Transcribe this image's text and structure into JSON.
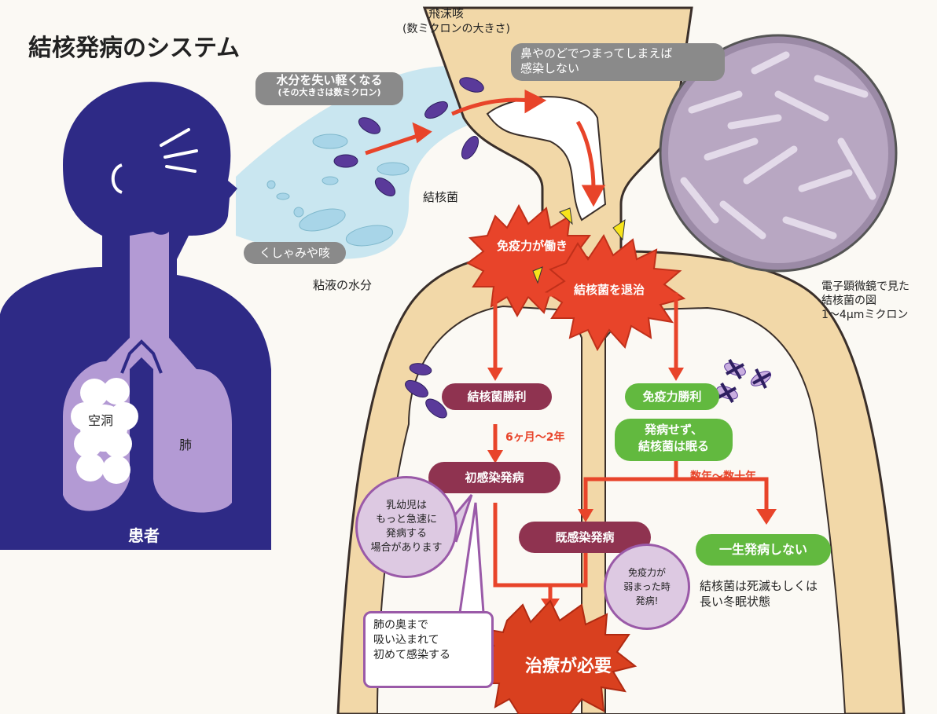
{
  "title": "結核発病のシステム",
  "airborne": {
    "droplet_cough": "飛沫咳",
    "droplet_size": "(数ミクロンの大きさ)",
    "lose_water": "水分を失い軽くなる",
    "lose_water_size": "(その大きさは数ミクロン)",
    "tb_bacteria": "結核菌",
    "sneeze_cough": "くしゃみや咳",
    "mucus_water": "粘液の水分",
    "nose_throat_note": "鼻やのどでつまってしまえば\n感染しない"
  },
  "patient": {
    "label": "患者",
    "cavity": "空洞",
    "lung": "肺"
  },
  "microscope": {
    "caption": "電子顕微鏡で見た\n結核菌の図\n1〜4μmミクロン"
  },
  "flow": {
    "immunity_works": "免疫力が働き",
    "bacteria_eliminated": "結核菌を退治",
    "bacteria_win": "結核菌勝利",
    "immunity_win": "免疫力勝利",
    "period_6m_2y": "6ヶ月〜2年",
    "dormant": "発病せず、\n結核菌は眠る",
    "years": "数年〜数十年",
    "primary_onset": "初感染発病",
    "post_primary_onset": "既感染発病",
    "never_onset": "一生発病しない",
    "dead_or_dormant": "結核菌は死滅もしくは\n長い冬眠状態",
    "weak_immunity": "免疫力が\n弱まった時\n発病!",
    "infant_note": "乳幼児は\nもっと急速に\n発病する\n場合があります",
    "deep_lung_note": "肺の奥まで\n吸い込まれて\n初めて感染する",
    "treatment_needed": "治療が必要"
  },
  "colors": {
    "patient": "#2e2a86",
    "body": "#f2d8a8",
    "lung_area": "#fbf9f4",
    "arrow": "#e8442a",
    "pill_wine": "#8f3350",
    "pill_green": "#62b93f",
    "bacteria": "#5a3a9a"
  }
}
